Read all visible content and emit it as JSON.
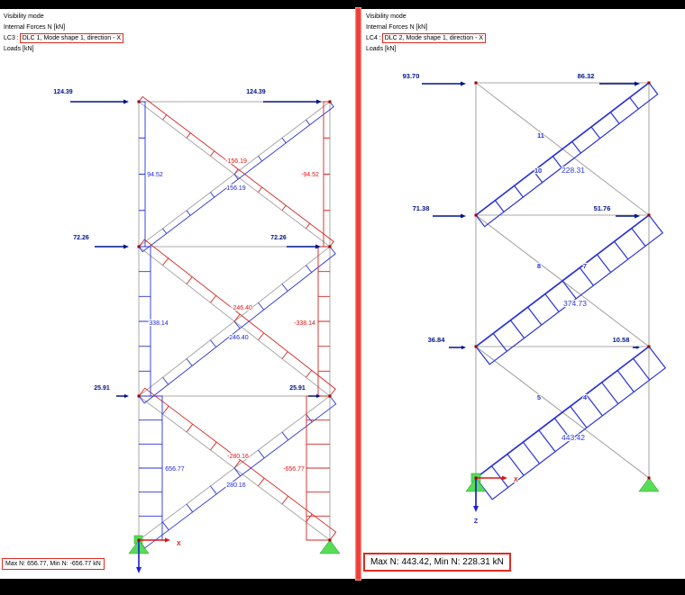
{
  "colors": {
    "positive": "#2a32d8",
    "negative": "#d42520",
    "member_gray": "#a8a8a8",
    "load_navy": "#001489",
    "divider_red": "#ef3d35",
    "box_red": "#e02a20",
    "support_green": "#58dc58",
    "support_edge": "#2fae2f",
    "axis_x_red": "#e01414",
    "axis_z_blue": "#1d1dd8",
    "node_dark_red": "#990000"
  },
  "left": {
    "header": {
      "visibility": "Visibility mode",
      "forces": "Internal Forces N [kN]",
      "lc": "LC3 :",
      "lc_boxed": "DLC 1, Mode shape 1, direction - X",
      "loads": "Loads [kN]"
    },
    "status": "Max N: 656.77, Min N: -656.77 kN",
    "loads": {
      "l1": "124.39",
      "l1r": "124.39",
      "l2": "72.26",
      "l2r": "72.26",
      "l3": "25.91",
      "l3r": "25.91"
    },
    "n": {
      "s1_diag_neg": "-156.19",
      "s1_diag_pos": "156.19",
      "s1_col_pos": "94.52",
      "s1_col_neg": "-94.52",
      "s2_diag_neg": "-246.40",
      "s2_diag_pos": "246.40",
      "s2_col_pos": "338.14",
      "s2_col_neg": "-338.14",
      "s3_diag_neg": "-280.16",
      "s3_diag_pos": "280.16",
      "s3_col_pos": "656.77",
      "s3_col_neg": "-656.77"
    },
    "axis": {
      "x": "X"
    }
  },
  "right": {
    "header": {
      "visibility": "Visibility mode",
      "forces": "Internal Forces N [kN]",
      "lc": "LC4 :",
      "lc_boxed": "DLC 2, Mode shape 1, direction - X",
      "loads": "Loads [kN]"
    },
    "status": "Max N: 443.42, Min N: 228.31 kN",
    "loads": {
      "l1": "93.70",
      "l1r": "86.32",
      "l2": "71.38",
      "l2r": "51.76",
      "l3": "36.84",
      "l3r": "10.58"
    },
    "members": {
      "m11": "11",
      "m10": "10",
      "m8": "8",
      "m7": "7",
      "m5": "5",
      "m4": "4"
    },
    "n": {
      "s1": "228.31",
      "s2": "374.73",
      "s3": "443.42"
    },
    "axis": {
      "x": "X",
      "z": "Z"
    }
  }
}
